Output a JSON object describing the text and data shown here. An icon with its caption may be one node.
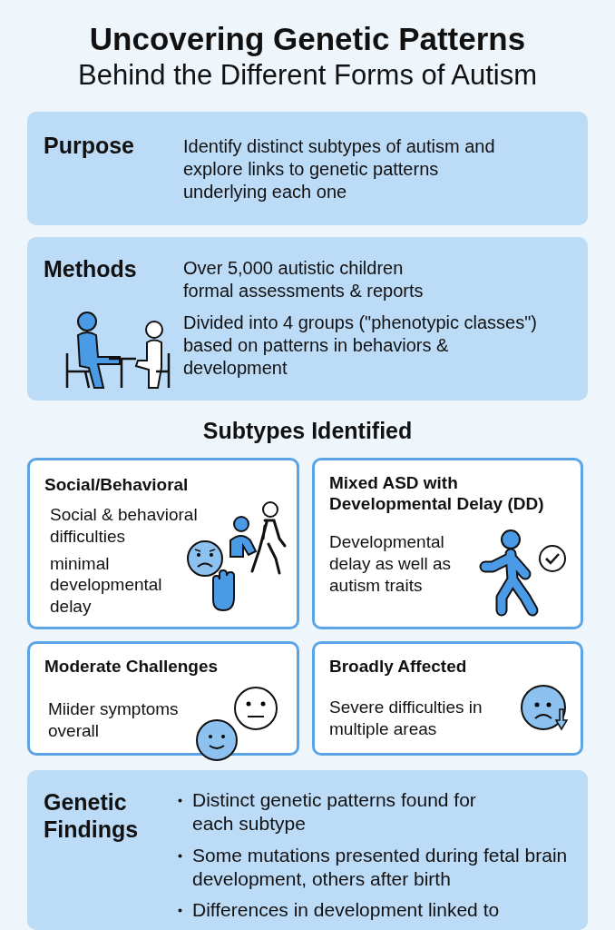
{
  "diagram": {
    "title": "**Uncovering Genetic Patterns** Behind the Different Forms of Autism",
    "nodes": [
      {
        "text": [
          "Purpose",
          "Identify distinct subtypes of autism and explore links to genetic patterns underlying each one"
        ]
      },
      {
        "text": [
          "Methods",
          "Over 5,000 autistic children formal assessments & reports",
          "Divided into 4 groups (\"phenotypic classes\") based on patterns in behaviors & development"
        ]
      },
      {
        "text": [
          "Social/Behavioral",
          "Social & behavioral difficulties",
          "minimal developmental delay"
        ]
      },
      {
        "text": [
          "Mixed ASD with Developmental Delay (DD)",
          "Developmental delay as well as autism traits"
        ]
      },
      {
        "text": [
          "Moderate Challenges",
          "Miider symptoms overall"
        ]
      },
      {
        "text": [
          "Broadly Affected",
          "Severe difficulties in multiple areas"
        ]
      },
      {
        "text": [
          "Genetic Findings",
          "Distinct genetic patterns found for each subtype",
          "Some mutations presented during fetal brain development, others after birth",
          "Differences in development linked to"
        ]
      }
    ],
    "labels": [
      "Subtypes Identified"
    ]
  }
}
